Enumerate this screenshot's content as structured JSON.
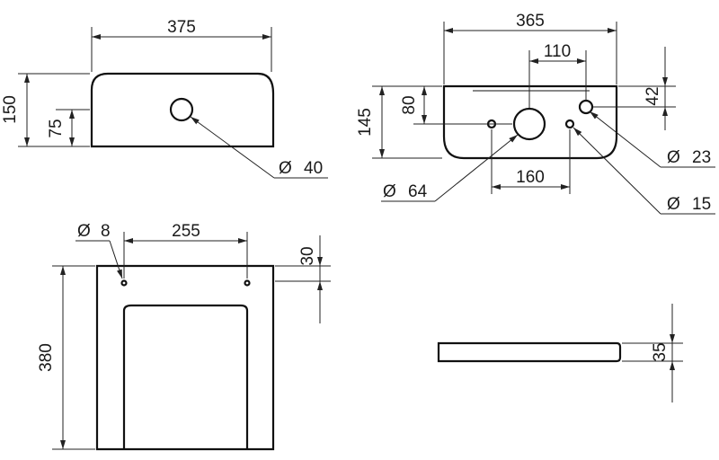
{
  "top_left_view": {
    "width_label": "375",
    "height_label": "150",
    "hole_height_label": "75",
    "hole_diameter_label": "40",
    "diameter_symbol": "Ø"
  },
  "top_right_view": {
    "width_label": "365",
    "hole_spacing_label": "110",
    "height_label": "145",
    "inner_height_label": "80",
    "offset_label": "42",
    "small_hole_spacing_label": "160",
    "large_hole_label": "64",
    "right_hole_label": "23",
    "small_hole_label": "15",
    "diameter_symbol": "Ø"
  },
  "bottom_left_view": {
    "hole_label": "8",
    "hole_spacing_label": "255",
    "height_label": "380",
    "hole_offset_label": "30",
    "diameter_symbol": "Ø"
  },
  "bottom_right_view": {
    "thickness_label": "35"
  }
}
